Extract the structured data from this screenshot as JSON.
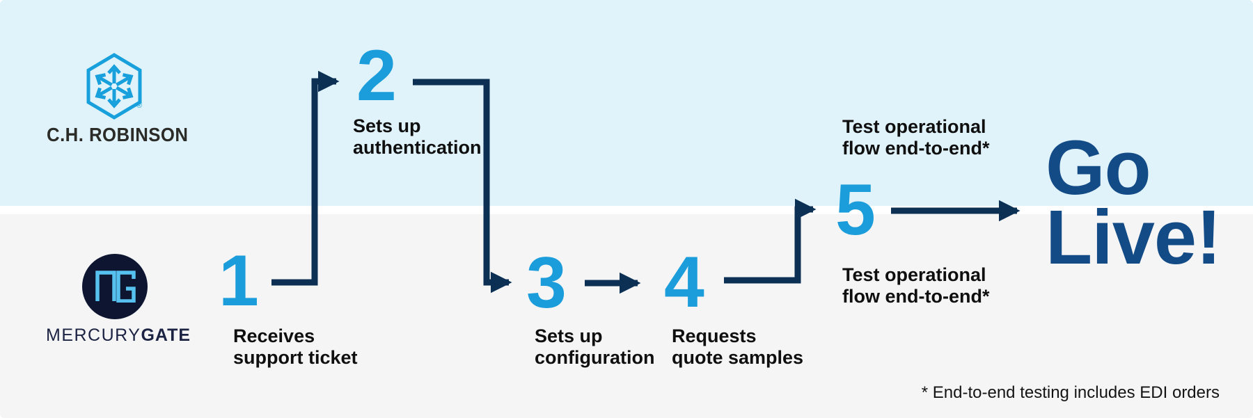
{
  "brands": {
    "chrobinson": {
      "name": "C.H. ROBINSON",
      "registered_mark": "®",
      "logo_icon": "cube-arrows-hexagon-icon"
    },
    "mercurygate": {
      "name_light": "MERCURY",
      "name_bold": "GATE",
      "logo_icon": "mg-monogram-circle-icon"
    }
  },
  "steps": [
    {
      "number": "1",
      "label": "Receives\nsupport ticket"
    },
    {
      "number": "2",
      "label": "Sets up\nauthentication"
    },
    {
      "number": "3",
      "label": "Sets up\nconfiguration"
    },
    {
      "number": "4",
      "label": "Requests\nquote samples"
    },
    {
      "number": "5",
      "label": "Test operational\nflow end-to-end*"
    }
  ],
  "outcome": {
    "label": "Go\nLive!"
  },
  "footnote": {
    "text": "* End-to-end testing includes EDI orders"
  },
  "colors": {
    "band_top": "#e0f2fa",
    "band_divider": "#ffffff",
    "band_bottom": "#f5f5f6",
    "step_number": "#1a9dda",
    "connector": "#0b3054",
    "outcome_text": "#134b87",
    "label_text": "#0f0f0f",
    "footnote_text": "#141414",
    "chr_logo_blue": "#18a0dc",
    "chr_text": "#2b2b28",
    "mg_circle": "#0d1530",
    "mg_monogram": "#56c1ee",
    "mg_text": "#1c2342"
  }
}
